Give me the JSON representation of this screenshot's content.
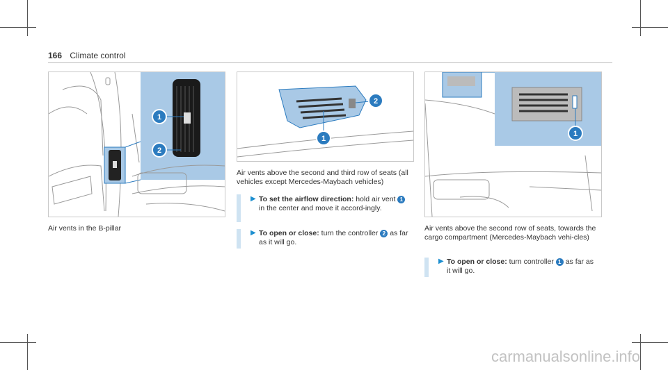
{
  "header": {
    "page_number": "166",
    "section": "Climate control"
  },
  "figures": {
    "one_callouts": [
      "1",
      "2"
    ],
    "two_callouts": [
      "1",
      "2"
    ],
    "three_callouts": [
      "1"
    ]
  },
  "col1": {
    "caption": "Air vents in the B-pillar"
  },
  "col2": {
    "caption": "Air vents above the second and third row of seats (all vehicles except Mercedes-Maybach vehicles)",
    "step1": {
      "bold": "To set the airflow direction:",
      "text_a": "hold air vent",
      "num": "1",
      "text_b": "in the center and move it accord-ingly."
    },
    "step2": {
      "bold": "To open or close:",
      "text_a": "turn the controller",
      "num": "2",
      "text_b": "as far as it will go."
    }
  },
  "col3": {
    "caption": "Air vents above the second row of seats, towards the cargo compartment (Mercedes-Maybach vehi-cles)",
    "step1": {
      "bold": "To open or close:",
      "text_a": "turn controller",
      "num": "1",
      "text_b": "as far as it will go."
    }
  },
  "watermark": "carmanualsonline.info",
  "colors": {
    "accent": "#2b7bbf",
    "highlight_bg": "#a9c9e6",
    "arrow": "#1d8fd0"
  }
}
